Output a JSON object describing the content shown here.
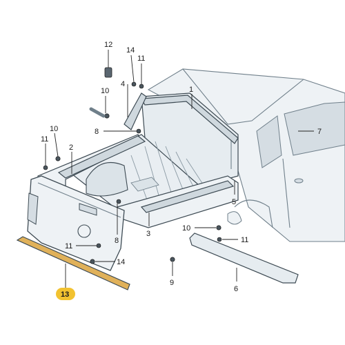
{
  "diagram": {
    "callouts": [
      {
        "id": "1",
        "label": "1"
      },
      {
        "id": "2",
        "label": "2"
      },
      {
        "id": "3",
        "label": "3"
      },
      {
        "id": "4",
        "label": "4"
      },
      {
        "id": "5",
        "label": "5"
      },
      {
        "id": "6",
        "label": "6"
      },
      {
        "id": "7",
        "label": "7"
      },
      {
        "id": "8a",
        "label": "8"
      },
      {
        "id": "8b",
        "label": "8"
      },
      {
        "id": "9",
        "label": "9"
      },
      {
        "id": "10a",
        "label": "10"
      },
      {
        "id": "10b",
        "label": "10"
      },
      {
        "id": "10c",
        "label": "10"
      },
      {
        "id": "11a",
        "label": "11"
      },
      {
        "id": "11b",
        "label": "11"
      },
      {
        "id": "11c",
        "label": "11"
      },
      {
        "id": "11d",
        "label": "11"
      },
      {
        "id": "12",
        "label": "12"
      },
      {
        "id": "13",
        "label": "13"
      },
      {
        "id": "14a",
        "label": "14"
      },
      {
        "id": "14b",
        "label": "14"
      }
    ],
    "highlight_label": "13",
    "colors": {
      "highlight_badge": "#f2c230",
      "part_strip": "#e0b15a",
      "body_fill": "#eef2f5",
      "body_shade": "#d5dde3",
      "line": "#6f7f8a"
    }
  }
}
